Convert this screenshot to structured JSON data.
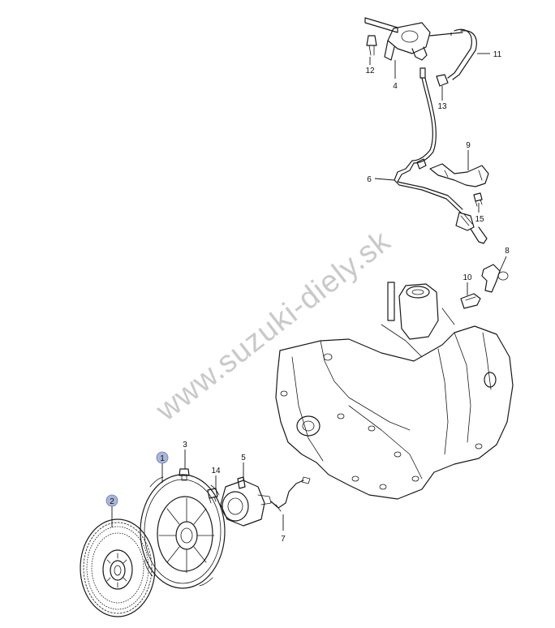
{
  "watermark": "www.suzuki-diely.sk",
  "callouts": [
    {
      "id": "1",
      "label": "1",
      "highlighted": true
    },
    {
      "id": "2",
      "label": "2",
      "highlighted": true
    },
    {
      "id": "3",
      "label": "3"
    },
    {
      "id": "4",
      "label": "4"
    },
    {
      "id": "5",
      "label": "5"
    },
    {
      "id": "6",
      "label": "6"
    },
    {
      "id": "7",
      "label": "7"
    },
    {
      "id": "8",
      "label": "8"
    },
    {
      "id": "9",
      "label": "9"
    },
    {
      "id": "10",
      "label": "10"
    },
    {
      "id": "11",
      "label": "11"
    },
    {
      "id": "12",
      "label": "12"
    },
    {
      "id": "13",
      "label": "13"
    },
    {
      "id": "14",
      "label": "14"
    },
    {
      "id": "15",
      "label": "15"
    }
  ],
  "colors": {
    "line": "#1a1a1a",
    "badge": "#a9b6d8",
    "watermark": "#c9c9c9"
  }
}
